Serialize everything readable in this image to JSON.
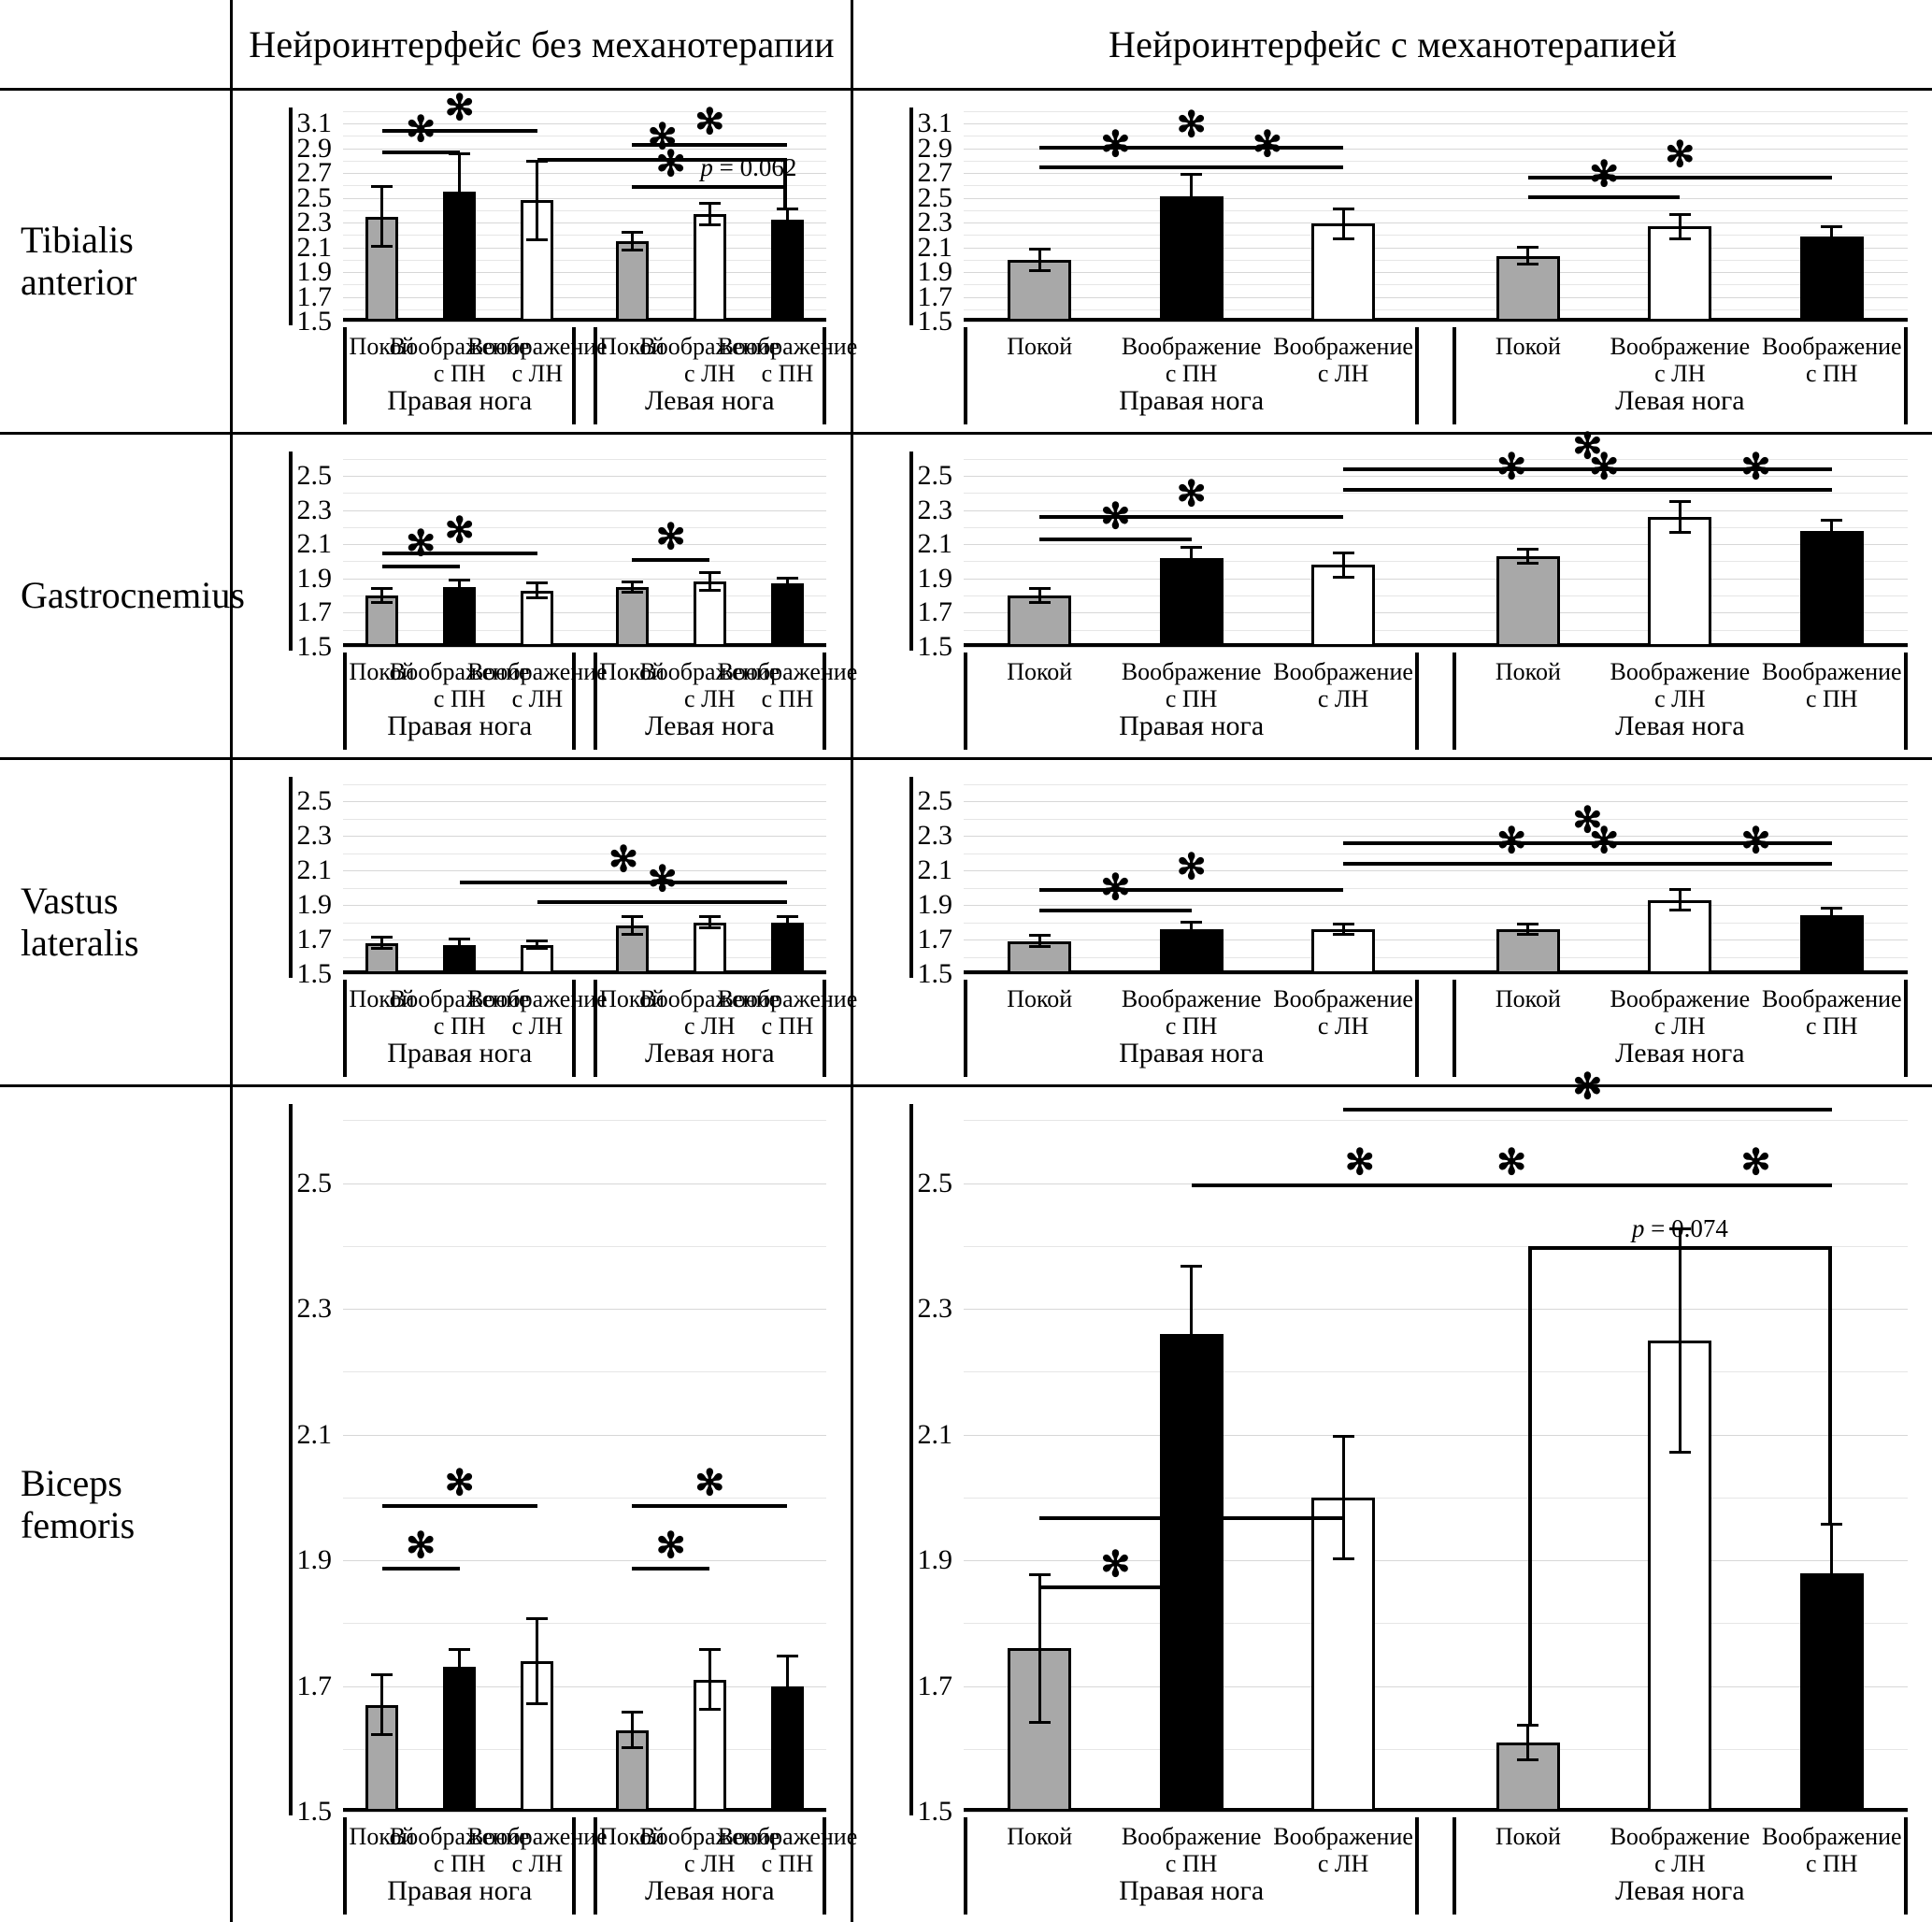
{
  "columns": [
    {
      "title": "Нейроинтерфейс без механотерапии"
    },
    {
      "title": "Нейроинтерфейс с механотерапией"
    }
  ],
  "rows": [
    {
      "label_line1": "Tibialis",
      "label_line2": "anterior"
    },
    {
      "label_line1": "Gastrocnemius",
      "label_line2": ""
    },
    {
      "label_line1": "Vastus",
      "label_line2": "lateralis"
    },
    {
      "label_line1": "Biceps",
      "label_line2": "femoris"
    }
  ],
  "axis": {
    "cat_rest": "Покой",
    "cat_imag_pn_l1": "Воображение",
    "cat_imag_pn_l2": "с ПН",
    "cat_imag_ln_l1": "Воображение",
    "cat_imag_ln_l2": "с ЛН",
    "group_right": "Правая нога",
    "group_left": "Левая нога",
    "star": "✻"
  },
  "colors": {
    "grey": "#a8a8a8",
    "black": "#000000",
    "white": "#ffffff",
    "gridline": "#d7d7d7"
  },
  "chart_data": [
    {
      "id": "tibialis-anterior-without",
      "type": "bar",
      "title": "Tibialis anterior — Нейроинтерфейс без механотерапии",
      "ylim": [
        1.5,
        3.2
      ],
      "yticks": [
        1.5,
        1.7,
        1.9,
        2.1,
        2.3,
        2.5,
        2.7,
        2.9,
        3.1
      ],
      "grid": true,
      "categories": [
        "Покой",
        "Воображение с ПН",
        "Воображение с ЛН",
        "Покой",
        "Воображение с ЛН",
        "Воображение с ПН"
      ],
      "groups": [
        "Правая нога",
        "Правая нога",
        "Правая нога",
        "Левая нога",
        "Левая нога",
        "Левая нога"
      ],
      "fills": [
        "grey",
        "black",
        "white",
        "grey",
        "white",
        "black"
      ],
      "values": [
        2.35,
        2.55,
        2.48,
        2.15,
        2.37,
        2.32
      ],
      "err_up": [
        0.25,
        0.32,
        0.33,
        0.08,
        0.1,
        0.1
      ],
      "err_dn": [
        0.25,
        0.32,
        0.33,
        0.08,
        0.1,
        0.1
      ],
      "annotations": [
        {
          "from": 0,
          "to": 2,
          "y": 3.06,
          "label": "✻"
        },
        {
          "from": 0,
          "to": 1,
          "y": 2.88,
          "label": "✻"
        },
        {
          "from": 2,
          "to": 5,
          "y": 2.82,
          "label": "✻",
          "bracket": true
        },
        {
          "from": 3,
          "to": 5,
          "y": 2.94,
          "label": "✻"
        },
        {
          "from": 3,
          "to": 4,
          "y": 2.6,
          "label": "✻"
        },
        {
          "from": 4,
          "to": 5,
          "y": 2.6,
          "label": "p = 0.062",
          "is_pvalue": true
        }
      ]
    },
    {
      "id": "tibialis-anterior-with",
      "type": "bar",
      "title": "Tibialis anterior — Нейроинтерфейс с механотерапией",
      "ylim": [
        1.5,
        3.2
      ],
      "yticks": [
        1.5,
        1.7,
        1.9,
        2.1,
        2.3,
        2.5,
        2.7,
        2.9,
        3.1
      ],
      "grid": true,
      "categories": [
        "Покой",
        "Воображение с ПН",
        "Воображение с ЛН",
        "Покой",
        "Воображение с ЛН",
        "Воображение с ПН"
      ],
      "groups": [
        "Правая нога",
        "Правая нога",
        "Правая нога",
        "Левая нога",
        "Левая нога",
        "Левая нога"
      ],
      "fills": [
        "grey",
        "black",
        "white",
        "grey",
        "white",
        "black"
      ],
      "values": [
        2.0,
        2.51,
        2.29,
        2.03,
        2.27,
        2.19
      ],
      "err_up": [
        0.1,
        0.19,
        0.13,
        0.08,
        0.11,
        0.09
      ],
      "err_dn": [
        0.1,
        0.19,
        0.13,
        0.08,
        0.11,
        0.09
      ],
      "annotations": [
        {
          "from": 0,
          "to": 2,
          "y": 2.92,
          "label": "✻"
        },
        {
          "from": 0,
          "to": 1,
          "y": 2.76,
          "label": "✻"
        },
        {
          "from": 1,
          "to": 2,
          "y": 2.76,
          "label": "✻"
        },
        {
          "from": 3,
          "to": 5,
          "y": 2.68,
          "label": "✻"
        },
        {
          "from": 3,
          "to": 4,
          "y": 2.52,
          "label": "✻"
        }
      ]
    },
    {
      "id": "gastrocnemius-without",
      "type": "bar",
      "title": "Gastrocnemius — Нейроинтерфейс без механотерапии",
      "ylim": [
        1.5,
        2.62
      ],
      "yticks": [
        1.5,
        1.7,
        1.9,
        2.1,
        2.3,
        2.5
      ],
      "grid": true,
      "categories": [
        "Покой",
        "Воображение с ПН",
        "Воображение с ЛН",
        "Покой",
        "Воображение с ЛН",
        "Воображение с ПН"
      ],
      "groups": [
        "Правая нога",
        "Правая нога",
        "Правая нога",
        "Левая нога",
        "Левая нога",
        "Левая нога"
      ],
      "fills": [
        "grey",
        "black",
        "white",
        "grey",
        "white",
        "black"
      ],
      "values": [
        1.8,
        1.85,
        1.83,
        1.85,
        1.88,
        1.87
      ],
      "err_up": [
        0.05,
        0.05,
        0.05,
        0.04,
        0.06,
        0.04
      ],
      "err_dn": [
        0.05,
        0.05,
        0.05,
        0.04,
        0.06,
        0.04
      ],
      "annotations": [
        {
          "from": 0,
          "to": 2,
          "y": 2.06,
          "label": "✻"
        },
        {
          "from": 0,
          "to": 1,
          "y": 1.98,
          "label": "✻"
        },
        {
          "from": 3,
          "to": 4,
          "y": 2.02,
          "label": "✻"
        }
      ]
    },
    {
      "id": "gastrocnemius-with",
      "type": "bar",
      "title": "Gastrocnemius — Нейроинтерфейс с механотерапией",
      "ylim": [
        1.5,
        2.62
      ],
      "yticks": [
        1.5,
        1.7,
        1.9,
        2.1,
        2.3,
        2.5
      ],
      "grid": true,
      "categories": [
        "Покой",
        "Воображение с ПН",
        "Воображение с ЛН",
        "Покой",
        "Воображение с ЛН",
        "Воображение с ПН"
      ],
      "groups": [
        "Правая нога",
        "Правая нога",
        "Правая нога",
        "Левая нога",
        "Левая нога",
        "Левая нога"
      ],
      "fills": [
        "grey",
        "black",
        "white",
        "grey",
        "white",
        "black"
      ],
      "values": [
        1.8,
        2.02,
        1.98,
        2.03,
        2.26,
        2.18
      ],
      "err_up": [
        0.05,
        0.07,
        0.08,
        0.05,
        0.1,
        0.07
      ],
      "err_dn": [
        0.05,
        0.07,
        0.08,
        0.05,
        0.1,
        0.07
      ],
      "annotations": [
        {
          "from": 0,
          "to": 2,
          "y": 2.27,
          "label": "✻"
        },
        {
          "from": 0,
          "to": 1,
          "y": 2.14,
          "label": "✻"
        },
        {
          "from": 2,
          "to": 5,
          "y": 2.55,
          "label": "✻"
        },
        {
          "from": 2,
          "to": 4,
          "y": 2.43,
          "label": "✻"
        },
        {
          "from": 3,
          "to": 4,
          "y": 2.43,
          "label": "✻"
        },
        {
          "from": 4,
          "to": 5,
          "y": 2.43,
          "label": "✻"
        }
      ]
    },
    {
      "id": "vastus-lateralis-without",
      "type": "bar",
      "title": "Vastus lateralis — Нейроинтерфейс без механотерапии",
      "ylim": [
        1.5,
        2.62
      ],
      "yticks": [
        1.5,
        1.7,
        1.9,
        2.1,
        2.3,
        2.5
      ],
      "grid": true,
      "categories": [
        "Покой",
        "Воображение с ПН",
        "Воображение с ЛН",
        "Покой",
        "Воображение с ЛН",
        "Воображение с ПН"
      ],
      "groups": [
        "Правая нога",
        "Правая нога",
        "Правая нога",
        "Левая нога",
        "Левая нога",
        "Левая нога"
      ],
      "fills": [
        "grey",
        "black",
        "white",
        "grey",
        "white",
        "black"
      ],
      "values": [
        1.68,
        1.67,
        1.67,
        1.78,
        1.8,
        1.8
      ],
      "err_up": [
        0.04,
        0.04,
        0.03,
        0.06,
        0.04,
        0.04
      ],
      "err_dn": [
        0.04,
        0.04,
        0.03,
        0.06,
        0.04,
        0.04
      ],
      "annotations": [
        {
          "from": 1,
          "to": 5,
          "y": 2.04,
          "label": "✻"
        },
        {
          "from": 2,
          "to": 5,
          "y": 1.93,
          "label": "✻"
        }
      ]
    },
    {
      "id": "vastus-lateralis-with",
      "type": "bar",
      "title": "Vastus lateralis — Нейроинтерфейс с механотерапией",
      "ylim": [
        1.5,
        2.62
      ],
      "yticks": [
        1.5,
        1.7,
        1.9,
        2.1,
        2.3,
        2.5
      ],
      "grid": true,
      "categories": [
        "Покой",
        "Воображение с ПН",
        "Воображение с ЛН",
        "Покой",
        "Воображение с ЛН",
        "Воображение с ПН"
      ],
      "groups": [
        "Правая нога",
        "Правая нога",
        "Правая нога",
        "Левая нога",
        "Левая нога",
        "Левая нога"
      ],
      "fills": [
        "grey",
        "black",
        "white",
        "grey",
        "white",
        "black"
      ],
      "values": [
        1.69,
        1.76,
        1.76,
        1.76,
        1.93,
        1.84
      ],
      "err_up": [
        0.04,
        0.05,
        0.04,
        0.04,
        0.07,
        0.05
      ],
      "err_dn": [
        0.04,
        0.05,
        0.04,
        0.04,
        0.07,
        0.05
      ],
      "annotations": [
        {
          "from": 0,
          "to": 2,
          "y": 2.0,
          "label": "✻"
        },
        {
          "from": 0,
          "to": 1,
          "y": 1.88,
          "label": "✻"
        },
        {
          "from": 2,
          "to": 5,
          "y": 2.27,
          "label": "✻"
        },
        {
          "from": 2,
          "to": 4,
          "y": 2.15,
          "label": "✻"
        },
        {
          "from": 3,
          "to": 4,
          "y": 2.15,
          "label": "✻"
        },
        {
          "from": 4,
          "to": 5,
          "y": 2.15,
          "label": "✻"
        }
      ]
    },
    {
      "id": "biceps-femoris-without",
      "type": "bar",
      "title": "Biceps femoris — Нейроинтерфейс без механотерапии",
      "ylim": [
        1.5,
        2.62
      ],
      "yticks": [
        1.5,
        1.7,
        1.9,
        2.1,
        2.3,
        2.5
      ],
      "grid": true,
      "categories": [
        "Покой",
        "Воображение с ПН",
        "Воображение с ЛН",
        "Покой",
        "Воображение с ЛН",
        "Воображение с ПН"
      ],
      "groups": [
        "Правая нога",
        "Правая нога",
        "Правая нога",
        "Левая нога",
        "Левая нога",
        "Левая нога"
      ],
      "fills": [
        "grey",
        "black",
        "white",
        "grey",
        "white",
        "black"
      ],
      "values": [
        1.67,
        1.73,
        1.74,
        1.63,
        1.71,
        1.7
      ],
      "err_up": [
        0.05,
        0.03,
        0.07,
        0.03,
        0.05,
        0.05
      ],
      "err_dn": [
        0.05,
        0.03,
        0.07,
        0.03,
        0.05,
        0.05
      ],
      "annotations": [
        {
          "from": 0,
          "to": 2,
          "y": 1.99,
          "label": "✻"
        },
        {
          "from": 0,
          "to": 1,
          "y": 1.89,
          "label": "✻"
        },
        {
          "from": 3,
          "to": 5,
          "y": 1.99,
          "label": "✻"
        },
        {
          "from": 3,
          "to": 4,
          "y": 1.89,
          "label": "✻"
        }
      ]
    },
    {
      "id": "biceps-femoris-with",
      "type": "bar",
      "title": "Biceps femoris — Нейроинтерфейс с механотерапией",
      "ylim": [
        1.5,
        2.62
      ],
      "yticks": [
        1.5,
        1.7,
        1.9,
        2.1,
        2.3,
        2.5
      ],
      "grid": true,
      "categories": [
        "Покой",
        "Воображение с ПН",
        "Воображение с ЛН",
        "Покой",
        "Воображение с ЛН",
        "Воображение с ПН"
      ],
      "groups": [
        "Правая нога",
        "Правая нога",
        "Правая нога",
        "Левая нога",
        "Левая нога",
        "Левая нога"
      ],
      "fills": [
        "grey",
        "black",
        "white",
        "grey",
        "white",
        "black"
      ],
      "values": [
        1.76,
        2.26,
        2.0,
        1.61,
        2.25,
        1.88
      ],
      "err_up": [
        0.12,
        0.11,
        0.1,
        0.03,
        0.18,
        0.08
      ],
      "err_dn": [
        0.12,
        0.11,
        0.1,
        0.03,
        0.18,
        0.08
      ],
      "annotations": [
        {
          "from": 0,
          "to": 2,
          "y": 1.97,
          "label": "✻"
        },
        {
          "from": 0,
          "to": 1,
          "y": 1.86,
          "label": "✻"
        },
        {
          "from": 1,
          "to": 3,
          "y": 2.5,
          "label": "✻"
        },
        {
          "from": 2,
          "to": 5,
          "y": 2.62,
          "label": "✻"
        },
        {
          "from": 2,
          "to": 4,
          "y": 2.5,
          "label": "✻"
        },
        {
          "from": 4,
          "to": 5,
          "y": 2.5,
          "label": "✻"
        },
        {
          "from": 3,
          "to": 5,
          "y": 2.4,
          "label": "p = 0.074",
          "is_pvalue": true,
          "bracket": true
        }
      ]
    }
  ]
}
